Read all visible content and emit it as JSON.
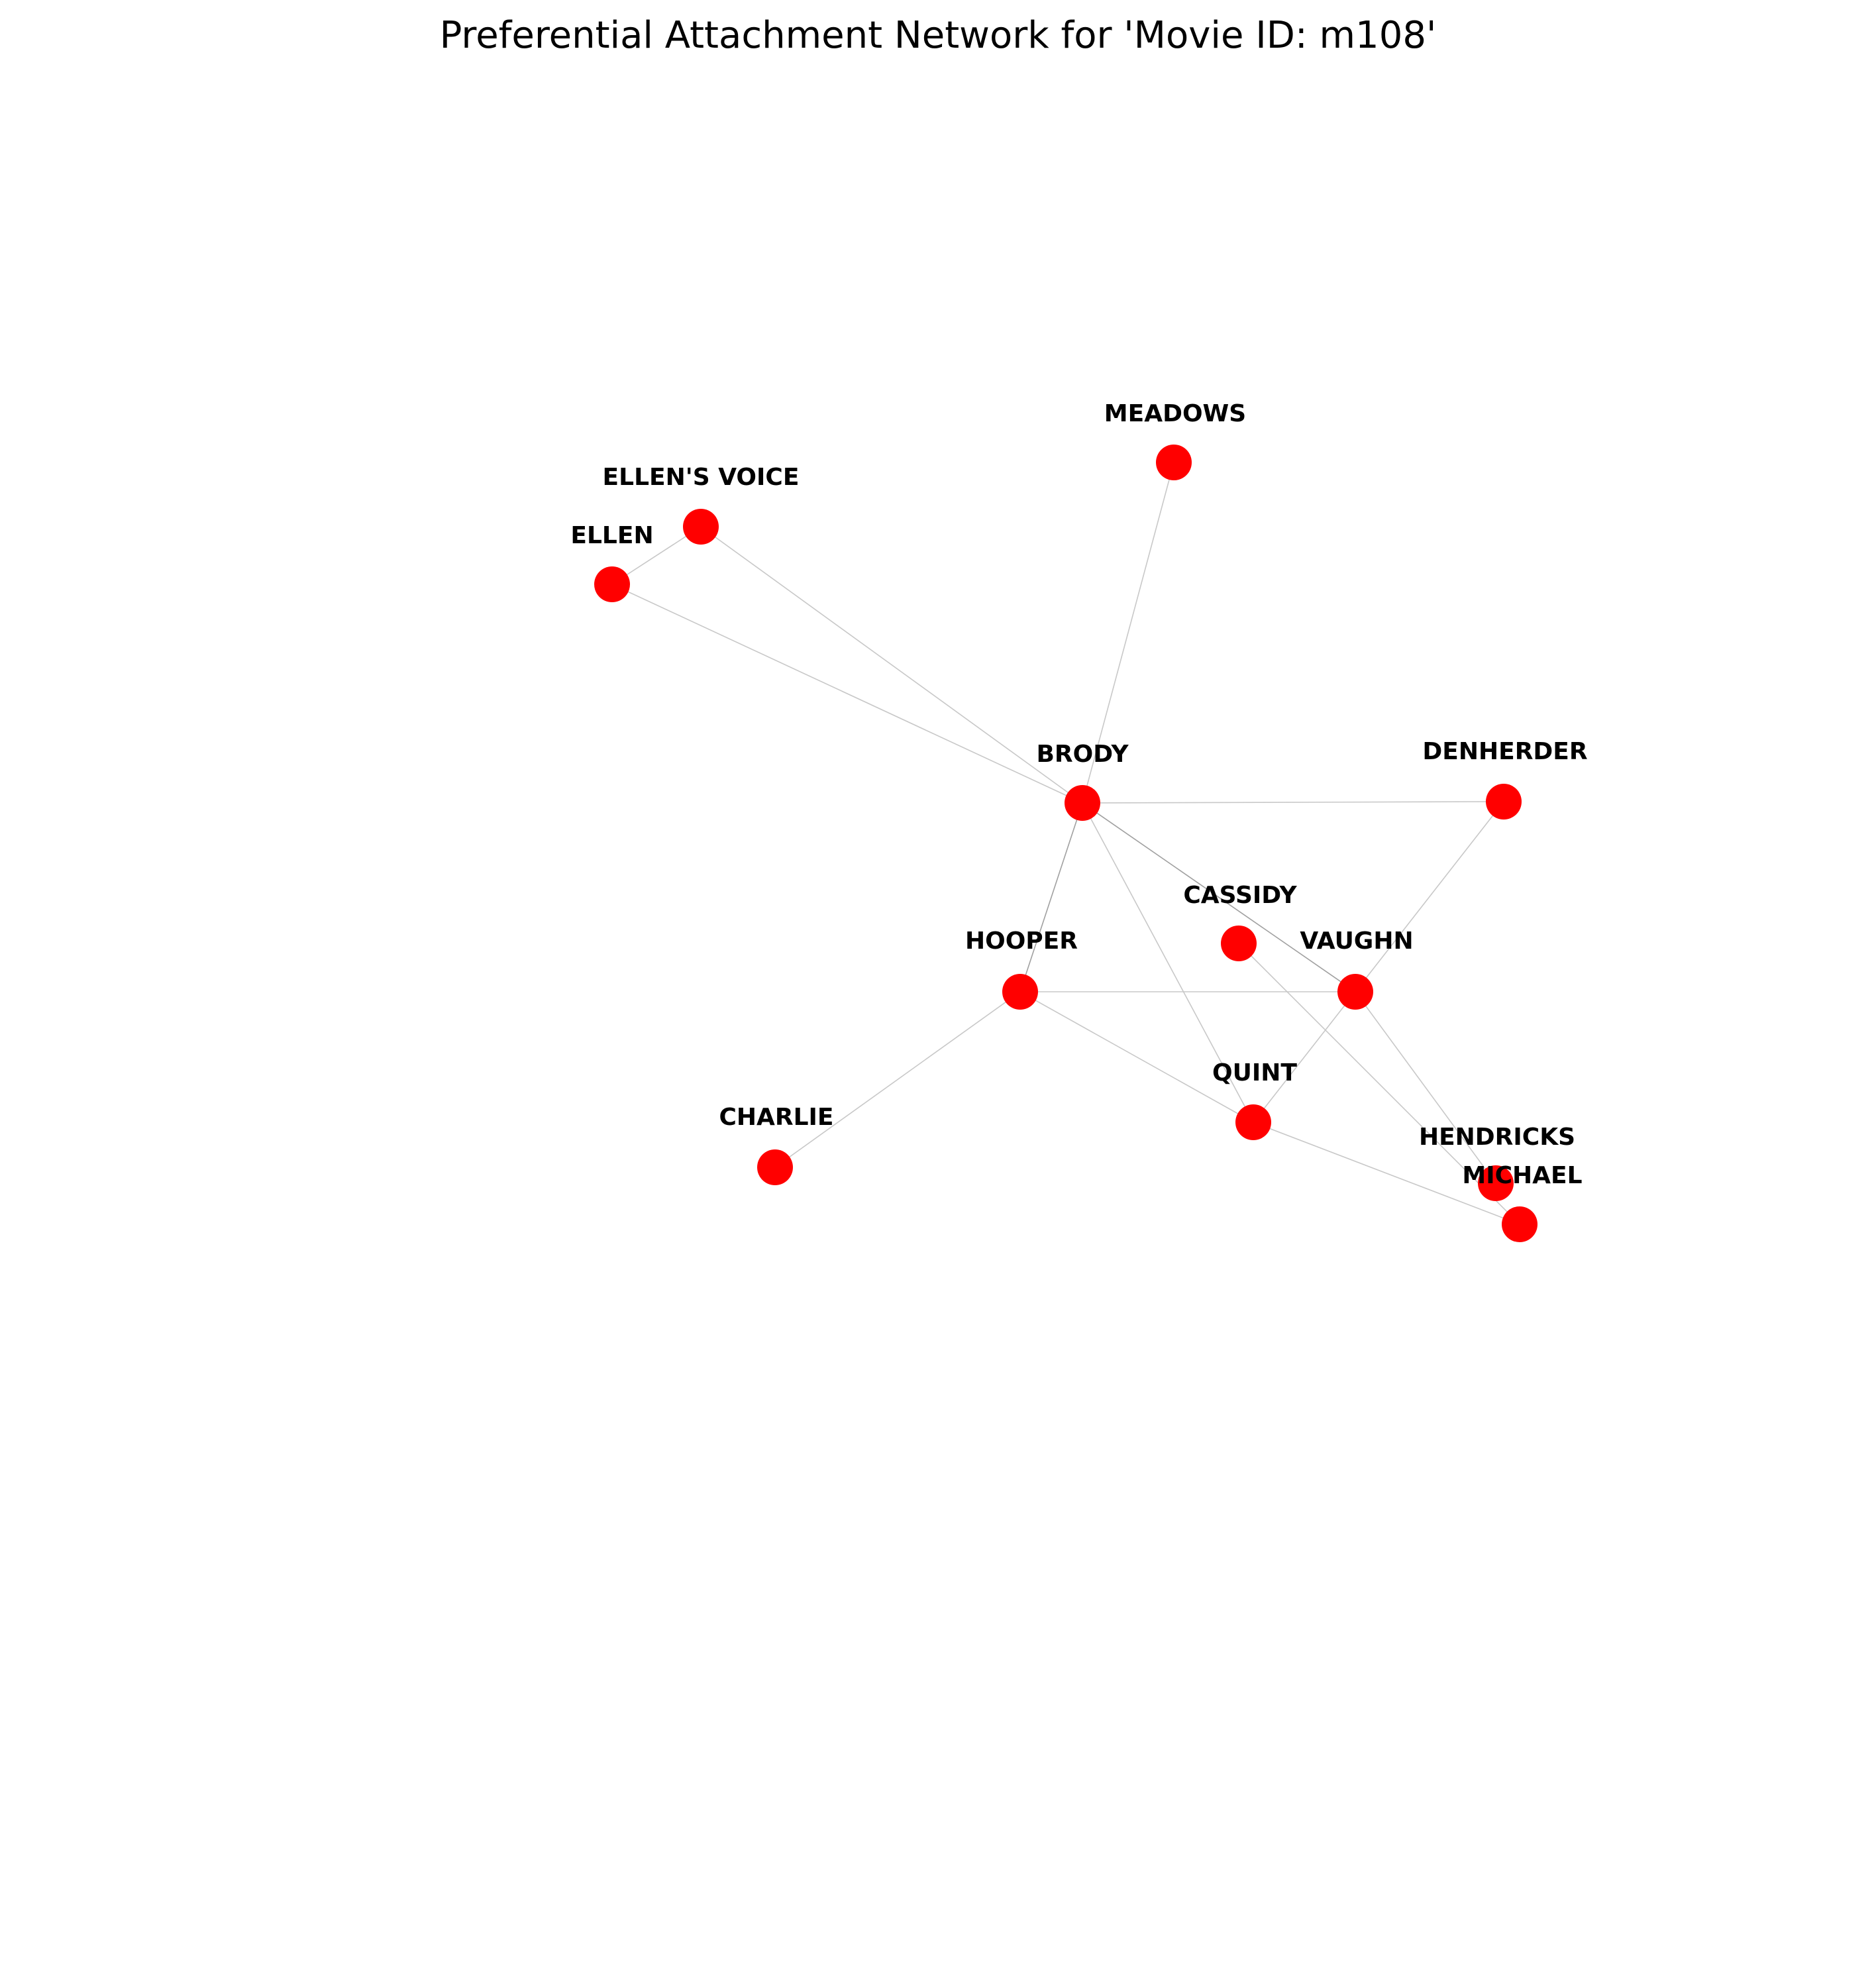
{
  "title": "Preferential Attachment Network for 'Movie ID: m108'",
  "colors": {
    "node": "#ff0000",
    "edge": "#c8c8c8",
    "edge_strong": "#a0a0a0",
    "background": "#ffffff"
  },
  "nodes": [
    {
      "id": "brody",
      "label": "BRODY"
    },
    {
      "id": "meadows",
      "label": "MEADOWS"
    },
    {
      "id": "ellens-voice",
      "label": "ELLEN'S VOICE"
    },
    {
      "id": "ellen",
      "label": "ELLEN"
    },
    {
      "id": "denherder",
      "label": "DENHERDER"
    },
    {
      "id": "cassidy",
      "label": "CASSIDY"
    },
    {
      "id": "hooper",
      "label": "HOOPER"
    },
    {
      "id": "vaughn",
      "label": "VAUGHN"
    },
    {
      "id": "quint",
      "label": "QUINT"
    },
    {
      "id": "charlie",
      "label": "CHARLIE"
    },
    {
      "id": "hendricks",
      "label": "HENDRICKS"
    },
    {
      "id": "michael",
      "label": "MICHAEL"
    }
  ],
  "edges": [
    {
      "source": "ellens-voice",
      "target": "ellen"
    },
    {
      "source": "ellens-voice",
      "target": "brody"
    },
    {
      "source": "ellen",
      "target": "brody"
    },
    {
      "source": "meadows",
      "target": "brody"
    },
    {
      "source": "brody",
      "target": "denherder"
    },
    {
      "source": "brody",
      "target": "hooper",
      "strong": true
    },
    {
      "source": "brody",
      "target": "vaughn",
      "strong": true
    },
    {
      "source": "brody",
      "target": "quint"
    },
    {
      "source": "denherder",
      "target": "vaughn"
    },
    {
      "source": "hooper",
      "target": "vaughn"
    },
    {
      "source": "hooper",
      "target": "charlie"
    },
    {
      "source": "hooper",
      "target": "quint"
    },
    {
      "source": "vaughn",
      "target": "quint"
    },
    {
      "source": "vaughn",
      "target": "hendricks"
    },
    {
      "source": "cassidy",
      "target": "michael"
    },
    {
      "source": "quint",
      "target": "michael"
    }
  ]
}
